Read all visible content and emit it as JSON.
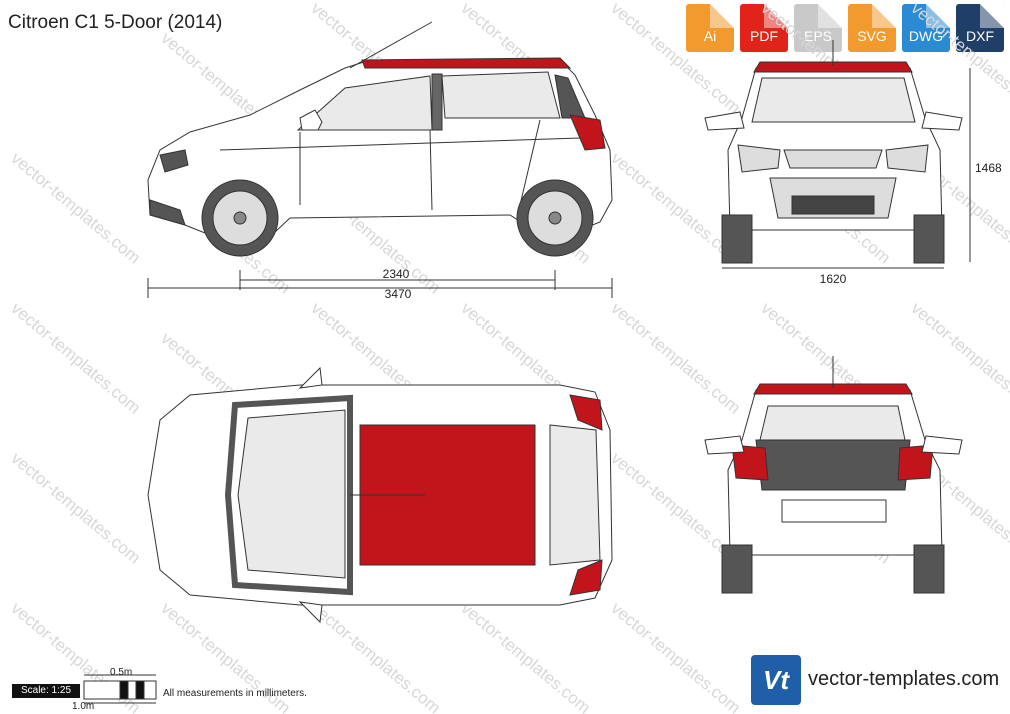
{
  "title": "Citroen C1 5-Door (2014)",
  "formats": [
    {
      "label": "Ai",
      "color": "#f29a2e"
    },
    {
      "label": "PDF",
      "color": "#e2231a"
    },
    {
      "label": "EPS",
      "color": "#c9c9c9"
    },
    {
      "label": "SVG",
      "color": "#f29a2e"
    },
    {
      "label": "DWG",
      "color": "#2a8ad4"
    },
    {
      "label": "DXF",
      "color": "#1f3f68"
    }
  ],
  "dimensions": {
    "wheelbase": "2340",
    "length": "3470",
    "width": "1620",
    "height": "1468"
  },
  "scale": {
    "label": "Scale: 1:25",
    "tick_half": "0.5m",
    "tick_full": "1.0m"
  },
  "note": "All measurements in millimeters.",
  "watermark": "vector-templates.com",
  "brand": {
    "logo_text": "Vt",
    "url": "vector-templates.com",
    "color": "#1e5fa8"
  },
  "roof_color": "#c2141b"
}
